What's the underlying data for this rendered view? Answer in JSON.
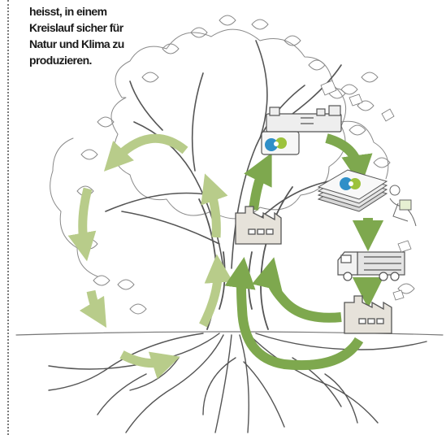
{
  "caption": {
    "lines": [
      "heisst, in einem",
      "Kreislauf sicher für",
      "Natur und Klima zu",
      "produzieren."
    ]
  },
  "colors": {
    "arrow_light": "#b8cc8a",
    "arrow_dark": "#7ea84e",
    "ink": "#555555",
    "logo_green": "#9cc23c",
    "logo_blue": "#2f8fc8"
  },
  "icons": [
    "tree-icon",
    "factory-icon",
    "printing-press-icon",
    "stack-of-papers-icon",
    "garbage-truck-icon",
    "recycling-logo-icon"
  ]
}
